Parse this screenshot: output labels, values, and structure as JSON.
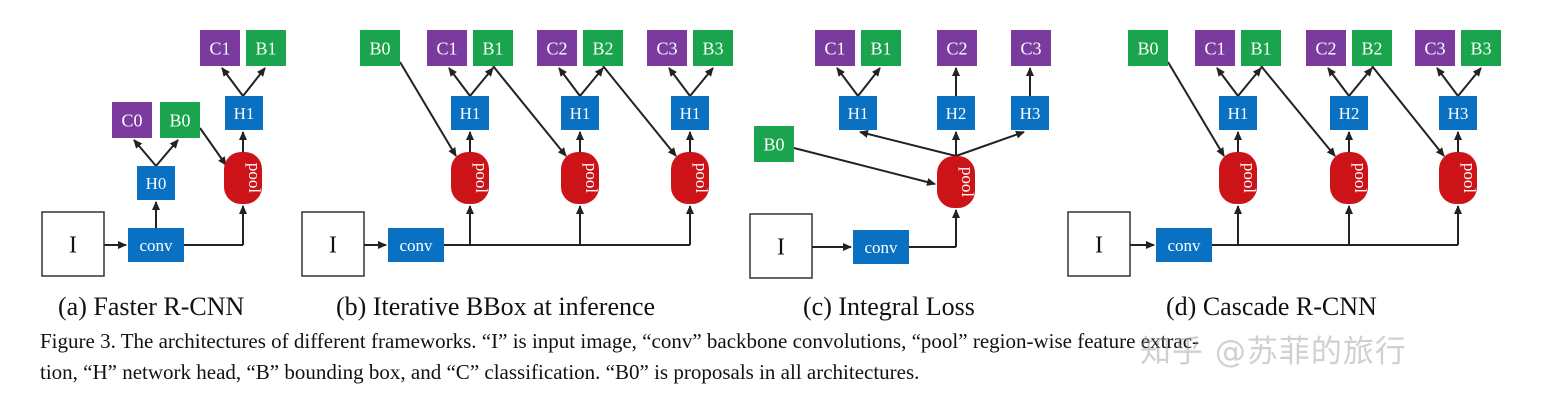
{
  "colors": {
    "green": "#1aa44e",
    "purple": "#7a3a9e",
    "blue": "#0a70c2",
    "red": "#cc1418",
    "arrow": "#222222",
    "text": "#111111"
  },
  "node_types": {
    "image_label": "I",
    "conv_label": "conv",
    "pool_label": "pool"
  },
  "panels": [
    {
      "id": "a",
      "caption": "(a) Faster R-CNN",
      "heads": [
        {
          "head": "H0",
          "outputs": [
            "C0",
            "B0"
          ]
        },
        {
          "head": "H1",
          "outputs": [
            "C1",
            "B1"
          ]
        }
      ]
    },
    {
      "id": "b",
      "caption": "(b) Iterative BBox at inference",
      "proposal": "B0",
      "heads": [
        {
          "head": "H1",
          "outputs": [
            "C1",
            "B1"
          ]
        },
        {
          "head": "H1",
          "outputs": [
            "C2",
            "B2"
          ]
        },
        {
          "head": "H1",
          "outputs": [
            "C3",
            "B3"
          ]
        }
      ]
    },
    {
      "id": "c",
      "caption": "(c) Integral Loss",
      "proposal": "B0",
      "heads": [
        {
          "head": "H1",
          "outputs": [
            "C1",
            "B1"
          ]
        },
        {
          "head": "H2",
          "outputs": [
            "C2"
          ]
        },
        {
          "head": "H3",
          "outputs": [
            "C3"
          ]
        }
      ]
    },
    {
      "id": "d",
      "caption": "(d) Cascade R-CNN",
      "proposal": "B0",
      "heads": [
        {
          "head": "H1",
          "outputs": [
            "C1",
            "B1"
          ]
        },
        {
          "head": "H2",
          "outputs": [
            "C2",
            "B2"
          ]
        },
        {
          "head": "H3",
          "outputs": [
            "C3",
            "B3"
          ]
        }
      ]
    }
  ],
  "figure_caption": {
    "line1": "Figure 3. The architectures of different frameworks. “I” is input image, “conv” backbone convolutions, “pool” region-wise feature extrac-",
    "line2": "tion, “H” network head, “B” bounding box, and “C” classification. “B0” is proposals in all architectures."
  },
  "watermark": "知乎 @苏菲的旅行"
}
